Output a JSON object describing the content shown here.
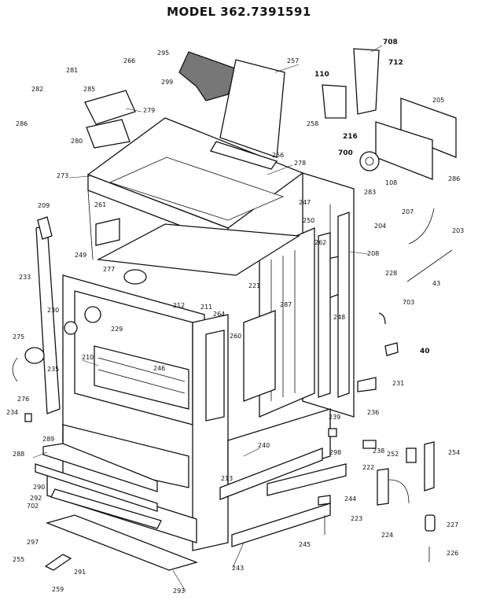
{
  "title": "MODEL 362.7391591",
  "callouts": {
    "c266": "266",
    "c295": "295",
    "c257": "257",
    "c708": "708",
    "c712": "712",
    "c110": "110",
    "c205": "205",
    "c281": "281",
    "c299": "299",
    "c282": "282",
    "c285": "285",
    "c279": "279",
    "c286a": "286",
    "c280": "280",
    "c258": "258",
    "c216": "216",
    "c700": "700",
    "c256": "256",
    "c278": "278",
    "c108": "108",
    "c286b": "286",
    "c273": "273",
    "c283": "283",
    "c247": "247",
    "c209": "209",
    "c261": "261",
    "c204": "204",
    "c207": "207",
    "c203": "203",
    "c250": "250",
    "c262": "262",
    "c208": "208",
    "c249": "249",
    "c277": "277",
    "c233": "233",
    "c221": "221",
    "c228": "228",
    "c43": "43",
    "c212": "212",
    "c211": "211",
    "c287": "287",
    "c230": "230",
    "c264": "264",
    "c703": "703",
    "c229": "229",
    "c248": "248",
    "c260": "260",
    "c275": "275",
    "c40": "40",
    "c210": "210",
    "c246": "246",
    "c235": "235",
    "c231": "231",
    "c276": "276",
    "c234": "234",
    "c239": "239",
    "c236": "236",
    "c289": "289",
    "c240": "240",
    "c298": "298",
    "c238": "238",
    "c252": "252",
    "c254": "254",
    "c288": "288",
    "c213": "213",
    "c222": "222",
    "c290": "290",
    "c292": "292",
    "c702": "702",
    "c244": "244",
    "c223": "223",
    "c224": "224",
    "c227": "227",
    "c297": "297",
    "c245": "245",
    "c255": "255",
    "c243": "243",
    "c226": "226",
    "c291": "291",
    "c259": "259",
    "c293": "293"
  }
}
